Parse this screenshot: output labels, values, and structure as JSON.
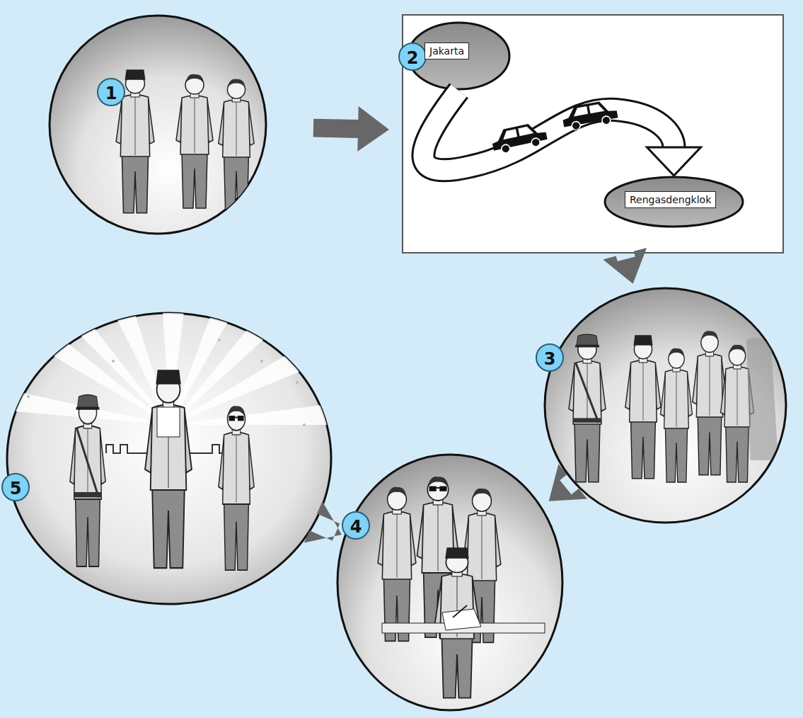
{
  "diagram": {
    "nodes": [
      {
        "text": [
          "1"
        ]
      },
      {
        "text": [
          "2"
        ]
      },
      {
        "text": [
          "Jakarta"
        ],
        "in": 1
      },
      {
        "text": [
          "Rengasdengklok"
        ],
        "in": 1
      },
      {
        "text": [
          "3"
        ]
      },
      {
        "text": [
          "4"
        ]
      },
      {
        "text": [
          "5"
        ]
      }
    ],
    "edges": [
      {
        "from": 0,
        "to": 1,
        "arrow": "to"
      },
      {
        "from": 1,
        "to": 4,
        "arrow": "to"
      },
      {
        "from": 4,
        "to": 5,
        "arrow": "to"
      },
      {
        "from": 5,
        "to": 6,
        "arrow": "to"
      },
      {
        "from": 2,
        "to": 3,
        "arrow": "to"
      }
    ]
  }
}
